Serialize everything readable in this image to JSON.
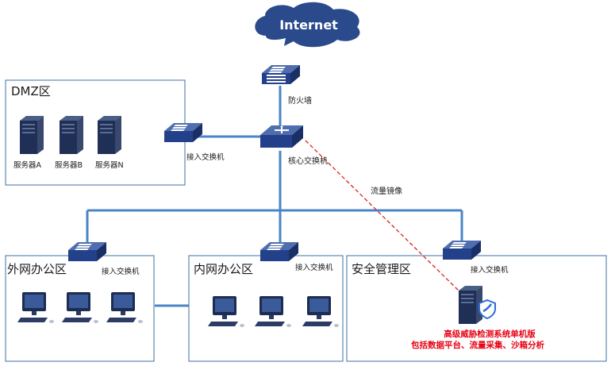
{
  "internet": {
    "label": "Internet"
  },
  "firewall": {
    "label": "防火墙"
  },
  "core_switch": {
    "label": "核心交换机"
  },
  "mirror": {
    "label": "流量镜像"
  },
  "zones": {
    "dmz": {
      "title": "DMZ区",
      "switch_label": "接入交换机",
      "servers": [
        "服务器A",
        "服务器B",
        "服务器N"
      ]
    },
    "extranet": {
      "title": "外网办公区",
      "switch_label": "接入交换机"
    },
    "intranet": {
      "title": "内网办公区",
      "switch_label": "接入交换机"
    },
    "security": {
      "title": "安全管理区",
      "switch_label": "接入交换机",
      "product_line1": "高级威胁检测系统单机版",
      "product_line2": "包括数据平台、流量采集、沙箱分析"
    }
  },
  "colors": {
    "link": "#4a86c4",
    "zone_border": "#3d6fa6",
    "mirror": "#e02020",
    "device": "#2b4a8c",
    "highlight": "#e60012"
  }
}
